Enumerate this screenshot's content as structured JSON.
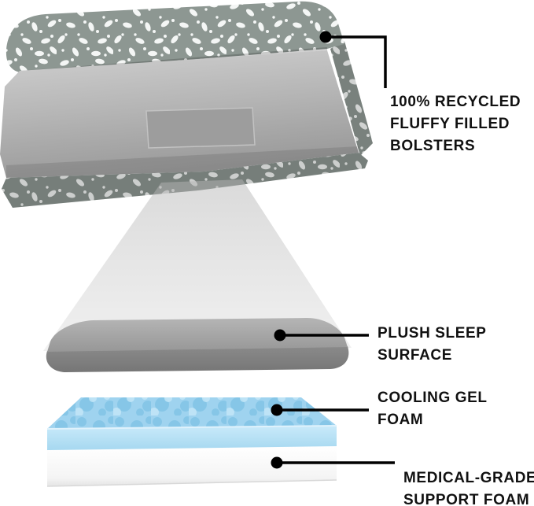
{
  "figure": {
    "type": "annotated-product-diagram",
    "subject": "bolster pet bed with layered orthopedic foam",
    "callouts": [
      {
        "id": "bolsters",
        "lines": [
          "100% RECYCLED",
          "FLUFFY FILLED",
          "BOLSTERS"
        ]
      },
      {
        "id": "sleep-surface",
        "lines": [
          "PLUSH SLEEP",
          "SURFACE"
        ]
      },
      {
        "id": "cooling-gel",
        "lines": [
          "COOLING GEL",
          "FOAM"
        ]
      },
      {
        "id": "support-foam",
        "lines": [
          "MEDICAL-GRADE",
          "SUPPORT FOAM"
        ]
      }
    ],
    "colors": {
      "text": "#111111",
      "callout_line": "#000000",
      "fabric_pattern_base": "#8d9792",
      "fabric_pattern_spot": "#f4f6f5",
      "plush_gray": "#a8a8a8",
      "gel_blue": "#9fd3ef",
      "foam_white": "#fcfcfc"
    }
  }
}
